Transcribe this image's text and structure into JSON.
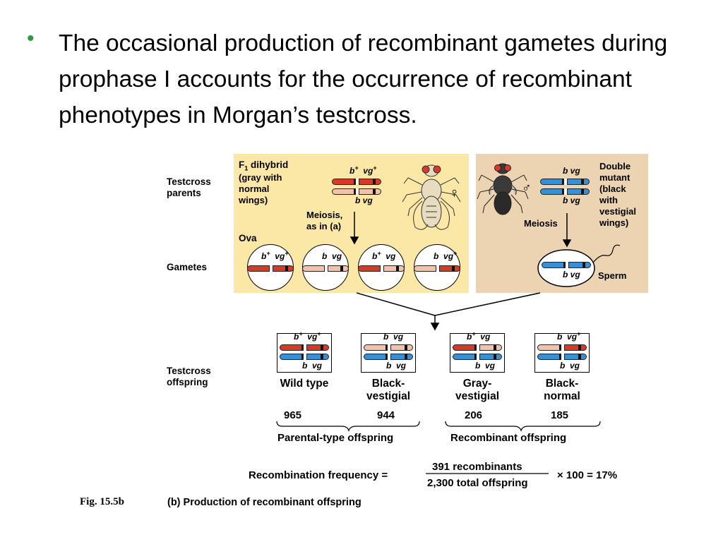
{
  "slide": {
    "bullet": "The occasional production of recombinant gametes during prophase I accounts for the occurrence of recombinant phenotypes in Morgan’s testcross."
  },
  "figure": {
    "labels": {
      "testcross_parents": "Testcross\nparents",
      "gametes": "Gametes",
      "testcross_offspring": "Testcross\noffspring"
    },
    "female": {
      "title_main": "F",
      "title_sub": "1",
      "title_rest": " dihybrid",
      "desc": "(gray with\nnormal\nwings)",
      "meiosis": "Meiosis,\nas in (a)",
      "ova": "Ova",
      "symbol": "♀",
      "top_b": "b",
      "top_vg": "vg",
      "bottom_genes": "b  vg"
    },
    "male": {
      "desc": "Double\nmutant\n(black\nwith\nvestigial\nwings)",
      "meiosis": "Meiosis",
      "symbol": "♂",
      "top_genes": "b  vg",
      "bottom_genes": "b  vg",
      "sperm": "Sperm",
      "sperm_genes": "b  vg"
    },
    "gametes": [
      {
        "b": "b",
        "b_plus": true,
        "vg": "vg",
        "vg_plus": true
      },
      {
        "b": "b",
        "b_plus": false,
        "vg": "vg",
        "vg_plus": false
      },
      {
        "b": "b",
        "b_plus": true,
        "vg": "vg",
        "vg_plus": false
      },
      {
        "b": "b",
        "b_plus": false,
        "vg": "vg",
        "vg_plus": true
      }
    ],
    "offspring": [
      {
        "name": "Wild type",
        "count": "965",
        "b_plus": true,
        "vg_plus": true
      },
      {
        "name": "Black-\nvestigial",
        "count": "944",
        "b_plus": false,
        "vg_plus": false
      },
      {
        "name": "Gray-\nvestigial",
        "count": "206",
        "b_plus": true,
        "vg_plus": false
      },
      {
        "name": "Black-\nnormal",
        "count": "185",
        "b_plus": false,
        "vg_plus": true
      }
    ],
    "parental_label": "Parental-type offspring",
    "recombinant_label": "Recombinant offspring",
    "formula": {
      "lhs": "Recombination frequency =",
      "numerator": "391 recombinants",
      "denominator": "2,300 total offspring",
      "rhs": "× 100 = 17%"
    },
    "fig_number": "Fig. 15.5b",
    "fig_caption": "(b) Production of recombinant offspring"
  },
  "colors": {
    "bullet": "#2f9b3b",
    "female_panel": "#fbe8a6",
    "male_panel": "#ecd3b1",
    "dominant_chromosome": "#d83a2a",
    "recessive_pink_chromosome": "#f2c2aa",
    "male_chromosome": "#3a8fd3"
  }
}
